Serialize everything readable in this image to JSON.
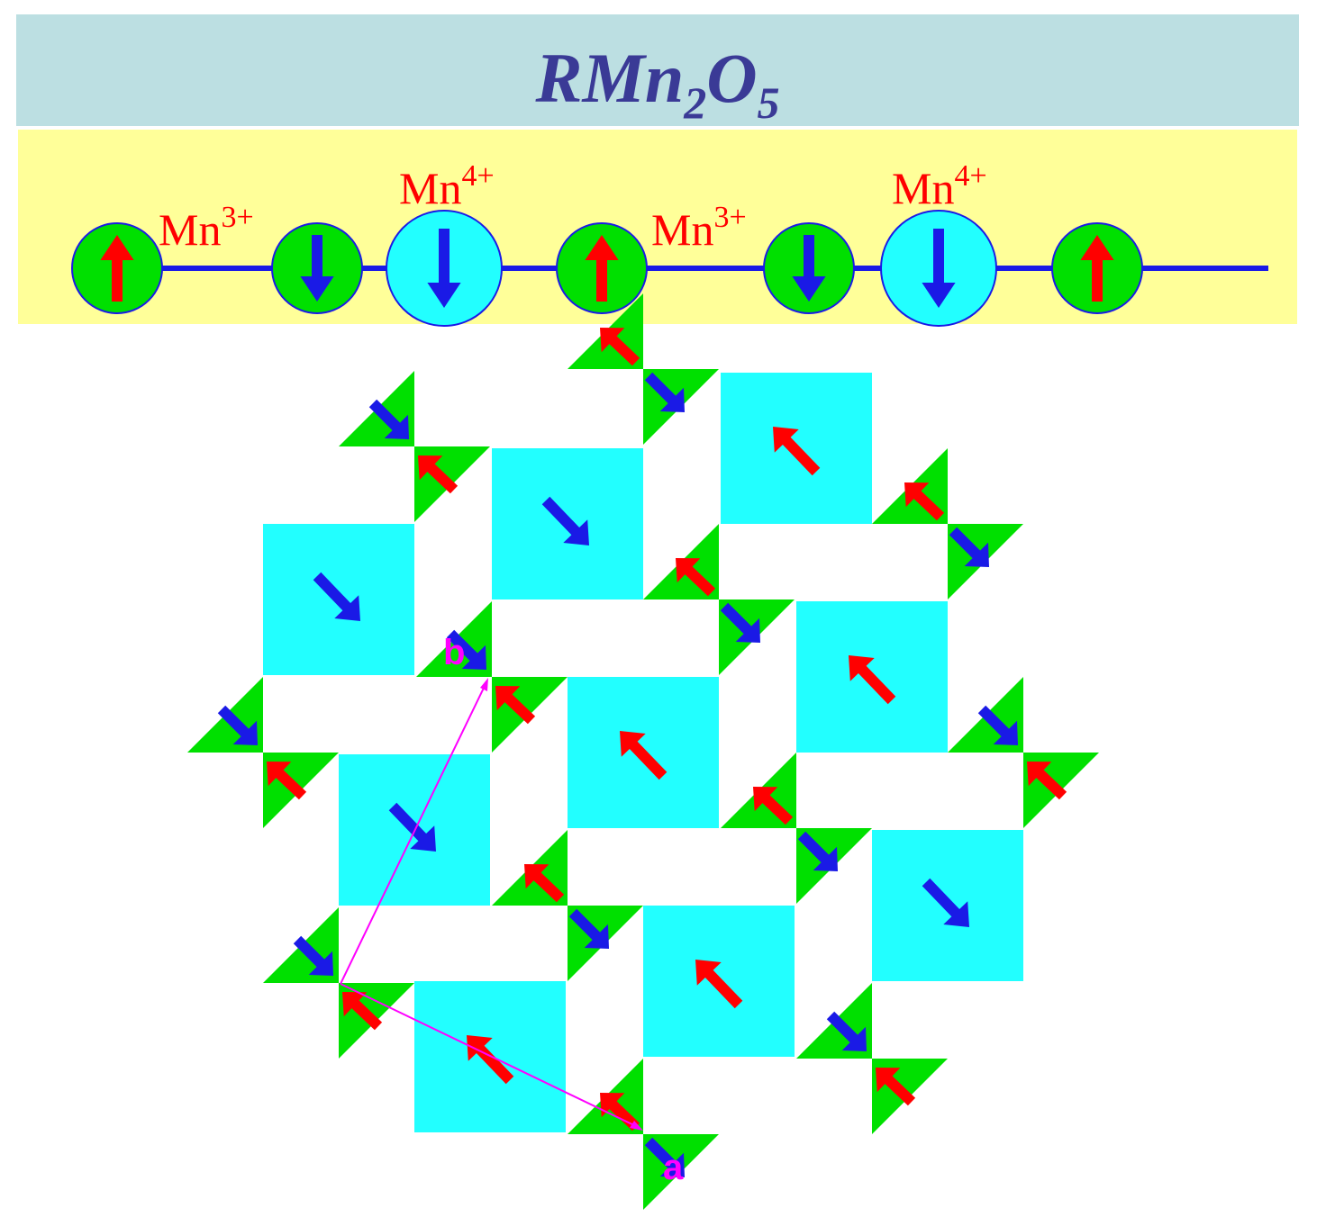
{
  "title": {
    "main": "RMn",
    "sub1": "2",
    "mid": "O",
    "sub2": "5"
  },
  "chain": {
    "mn3": {
      "base": "Mn",
      "sup": "3+"
    },
    "mn4": {
      "base": "Mn",
      "sup": "4+"
    },
    "spins": [
      "up",
      "down",
      "down",
      "up",
      "down",
      "down",
      "up"
    ],
    "ions": [
      "Mn3+",
      "Mn3+",
      "Mn4+",
      "Mn3+",
      "Mn3+",
      "Mn4+",
      "Mn3+"
    ]
  },
  "lattice": {
    "axis_a": "a",
    "axis_b": "b"
  },
  "colors": {
    "title_bar": "#bcdfe2",
    "chain_bar": "#ffff99",
    "title_text": "#3a3a96",
    "mn3_fill": "#00e000",
    "mn4_fill": "#22ffff",
    "chain_line": "#1a1ae6",
    "spin_up": "#ff0000",
    "spin_down": "#1a1ae6",
    "label_red": "#ff0000",
    "axis_magenta": "#ff00ff"
  }
}
